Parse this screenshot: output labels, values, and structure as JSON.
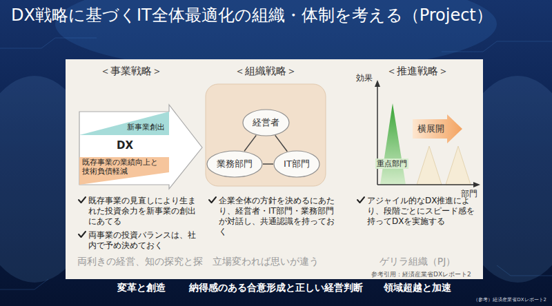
{
  "diagram": {
    "title": "DX戦略に基づくIT全体最適化の組織・体制を考える（Project）",
    "nodes": [
      {
        "text": [
          "DX"
        ]
      },
      {
        "text": [
          "新事業創出"
        ],
        "in": 0
      },
      {
        "text": [
          "既存事業の業績向上と技術負債軽減"
        ],
        "in": 0
      },
      {
        "text": [
          "経営者"
        ]
      },
      {
        "text": [
          "業務部門"
        ]
      },
      {
        "text": [
          "IT部門"
        ]
      },
      {
        "text": [
          "横展開"
        ]
      }
    ],
    "edges": [
      {
        "from": 3,
        "to": 4,
        "arrow": "none"
      },
      {
        "from": 3,
        "to": 5,
        "arrow": "none"
      },
      {
        "from": 4,
        "to": 5,
        "arrow": "none"
      }
    ],
    "labels": [
      "＜事業戦略＞",
      "＜組織戦略＞",
      "＜推進戦略＞",
      "効果",
      "重点部門",
      "部門",
      "既存事業の見直しにより生まれた投資余力を新事業の創出にあてる",
      "両事業の投資バランスは、社内で予め決めておく",
      "企業全体の方針を決めるにあたり、経営者・IT部門・業務部門が対話し、共通認識を持っておく",
      "アジャイル的なDX推進により、段階ごとにスピード感を持ってDXを実施する",
      "両利きの経営、知の探究と探",
      "立場変われば思いが違う",
      "ゲリラ組織（PJ）",
      "参考引用：経済産業省DXレポート2",
      "変革と創造",
      "納得感のある合意形成と正しい経営判断",
      "領域超越と加速",
      "（参考）経済産業省DXレポート2"
    ]
  }
}
